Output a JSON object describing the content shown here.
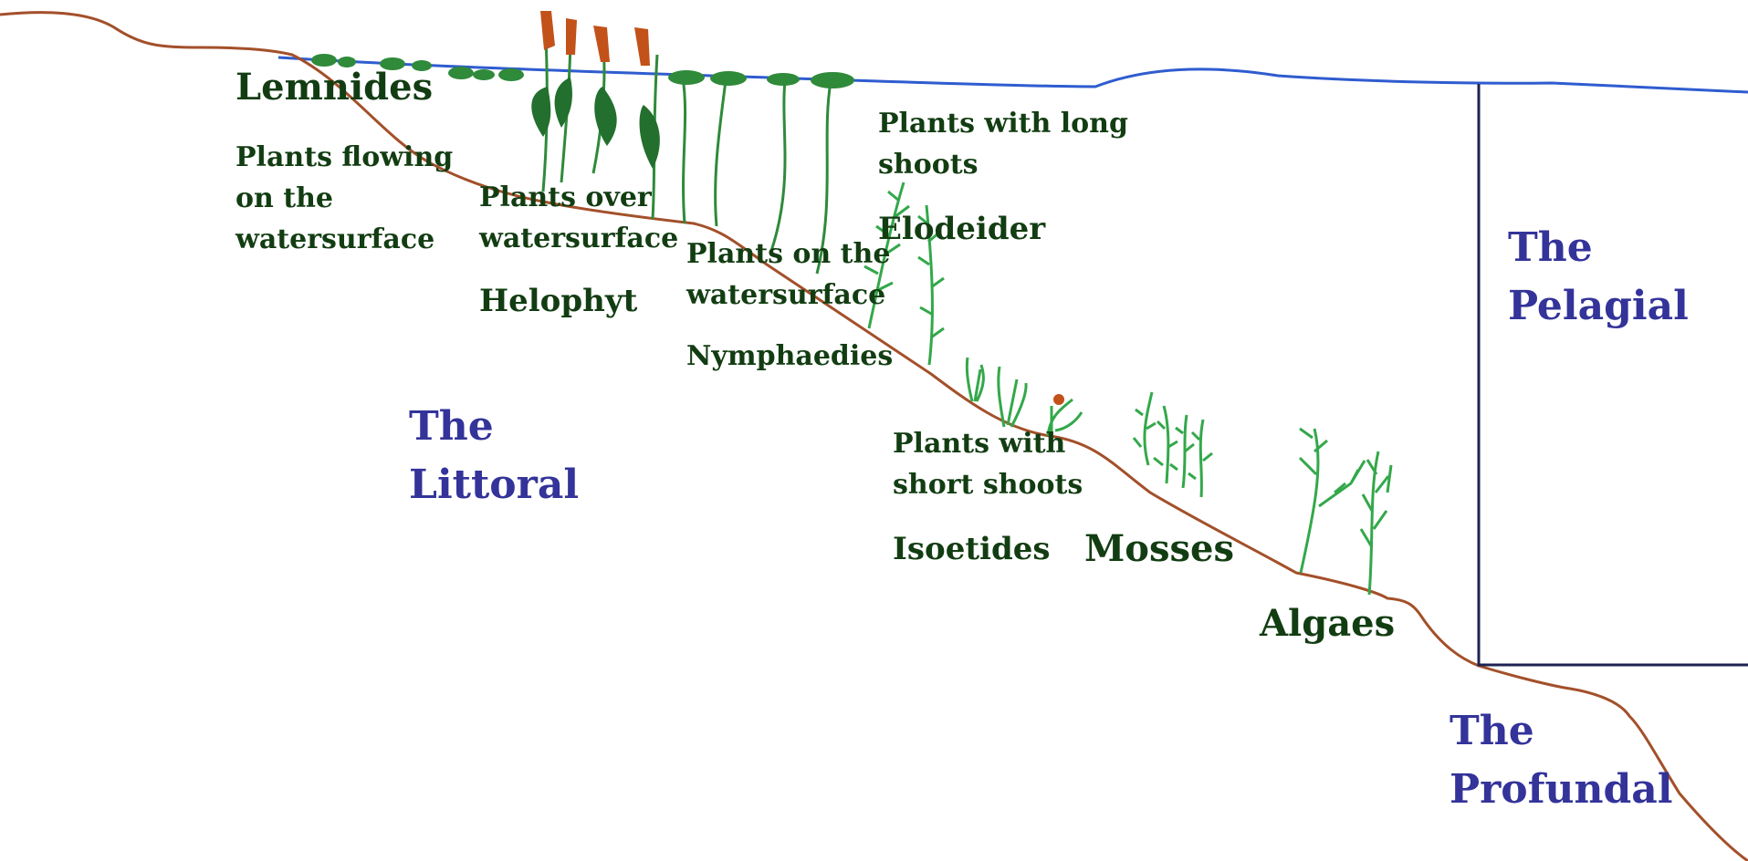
{
  "colors": {
    "water": "#2f5ccf",
    "ground": "#a3502a",
    "boundary": "#1d2250",
    "zone_text": "#33339a",
    "plant_text": "#123d12",
    "plant_dark": "#1f7a2e",
    "plant_light": "#33a84a",
    "flower": "#c2521a"
  },
  "zones": {
    "littoral": {
      "line1": "The",
      "line2": "Littoral"
    },
    "pelagial": {
      "line1": "The",
      "line2": "Pelagial"
    },
    "profundal": {
      "line1": "The",
      "line2": "Profundal"
    }
  },
  "groups": {
    "lemnides": {
      "name": "Lemnides",
      "desc_lines": [
        "Plants flowing",
        "on the",
        "watersurface"
      ]
    },
    "helophyt": {
      "name": "Helophyt",
      "desc_lines": [
        "Plants over",
        "watersurface"
      ]
    },
    "nymphaedies": {
      "name": "Nymphaedies",
      "desc_lines": [
        "Plants on the",
        "watersurface"
      ]
    },
    "elodeider": {
      "name": "Elodeider",
      "desc_lines": [
        "Plants with long",
        "shoots"
      ]
    },
    "isoetides": {
      "name": "Isoetides",
      "desc_lines": [
        "Plants with",
        "short shoots"
      ]
    },
    "mosses": {
      "name": "Mosses"
    },
    "algaes": {
      "name": "Algaes"
    }
  }
}
